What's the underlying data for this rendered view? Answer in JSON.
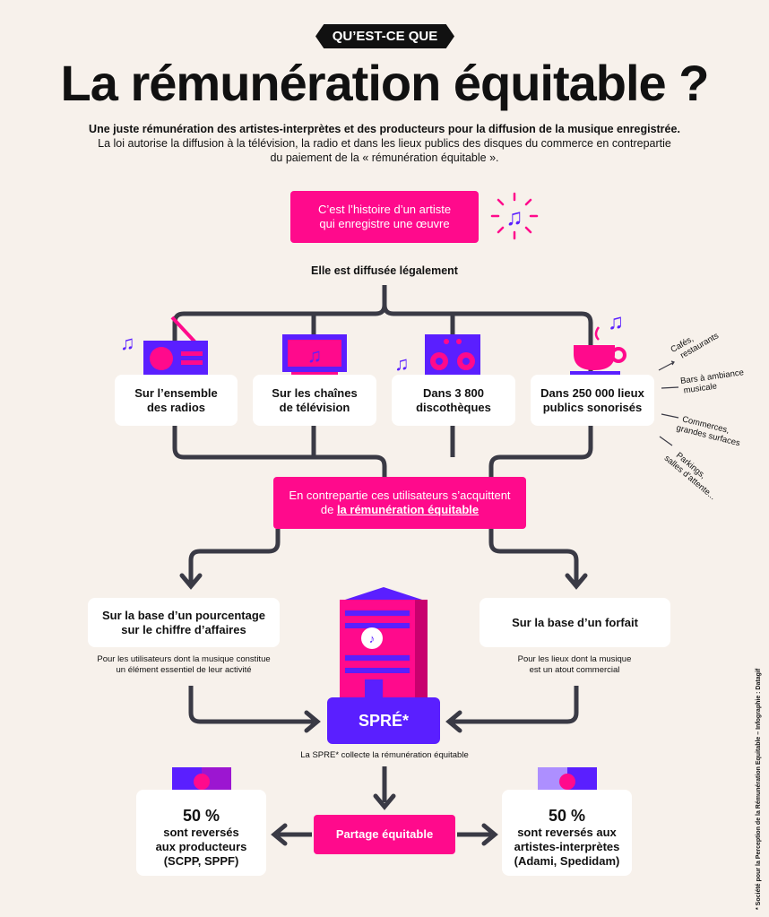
{
  "header": {
    "badge": "QU’EST-CE QUE",
    "title": "La rémunération équitable ?",
    "subtitle_bold": "Une juste rémunération des artistes-interprètes et des producteurs pour la diffusion de la musique enregistrée.",
    "subtitle_line1": "La loi autorise la diffusion à la télévision, la radio et dans les lieux publics des disques du commerce en contrepartie",
    "subtitle_line2": "du paiement de la « rémunération équitable »."
  },
  "flow": {
    "start_line1": "C’est l’histoire d’un artiste",
    "start_line2": "qui enregistre une œuvre",
    "broadcast": "Elle est diffusée légalement",
    "users": [
      {
        "line1": "Sur l’ensemble",
        "line2": "des radios",
        "icon": "radio-icon"
      },
      {
        "line1": "Sur les chaînes",
        "line2": "de télévision",
        "icon": "tv-icon"
      },
      {
        "line1": "Dans 3 800",
        "line2": "discothèques",
        "icon": "speaker-icon"
      },
      {
        "line1": "Dans 250 000 lieux",
        "line2": "publics sonorisés",
        "icon": "coffee-cup-icon"
      }
    ],
    "places": [
      [
        "Cafés,",
        "restaurants"
      ],
      [
        "Bars à ambiance",
        "musicale"
      ],
      [
        "Commerces,",
        "grandes surfaces"
      ],
      [
        "Parkings,",
        "salles d’attente..."
      ]
    ],
    "pay_line1": "En contrepartie ces utilisateurs s’acquittent",
    "pay_prefix": "de ",
    "pay_link": "la rémunération équitable",
    "left_line1": "Sur la base d’un pourcentage",
    "left_line2": "sur le chiffre d’affaires",
    "left_note1": "Pour les utilisateurs dont la musique constitue",
    "left_note2": "un élément essentiel de leur activité",
    "right_line1": "Sur la base d’un forfait",
    "right_note1": "Pour les lieux dont la musique",
    "right_note2": "est un atout commercial",
    "spre": "SPRÉ*",
    "spre_caption": "La SPRE* collecte la rémunération équitable",
    "share": "Partage équitable",
    "prod_pct": "50 %",
    "prod_l1": "sont reversés",
    "prod_l2": "aux producteurs",
    "prod_l3": "(SCPP, SPPF)",
    "art_pct": "50 %",
    "art_l1": "sont reversés aux",
    "art_l2": "artistes-interprètes",
    "art_l3": "(Adami, Spedidam)"
  },
  "footer": {
    "credit": "* Société pour la Perception de la Rémunération Equitable – Infographie : Datagif"
  },
  "colors": {
    "pink": "#ff0a8c",
    "purple": "#5a1fff",
    "line": "#3a3a45",
    "bg": "#f7f1eb"
  }
}
